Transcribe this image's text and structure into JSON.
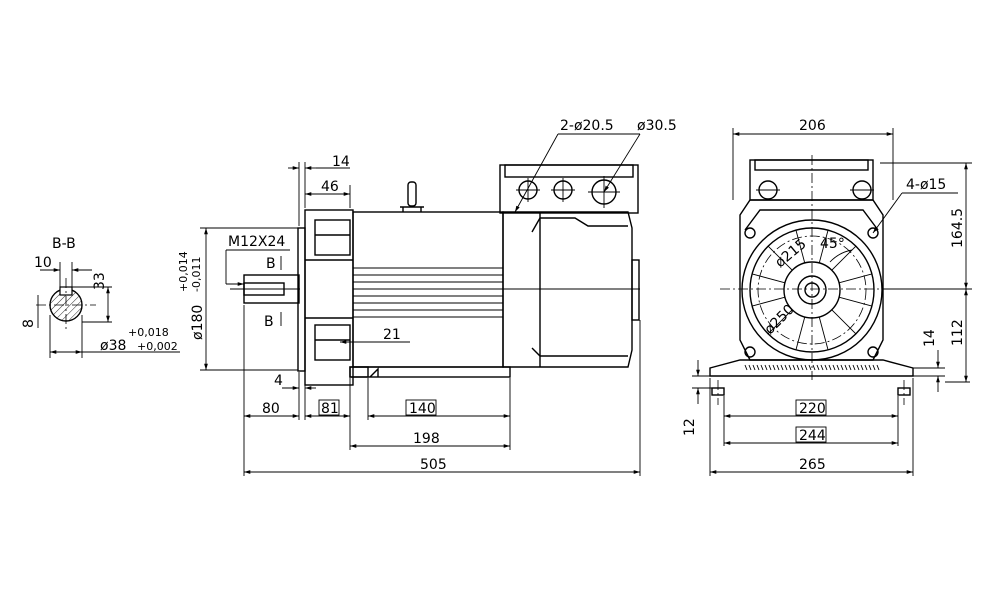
{
  "section": {
    "title": "B-B",
    "d10": "10",
    "d33": "33",
    "d8": "8",
    "tol_upper": "+0,018",
    "tol_lower": "+0,002",
    "shaft": "ø38"
  },
  "side_view": {
    "d14": "14",
    "d46": "46",
    "thread": "M12X24",
    "marker_b": "B",
    "tol_upper": "+0,014",
    "tol_lower": "-0,011",
    "flange_dia": "ø180",
    "d21": "21",
    "d4": "4",
    "d80": "80",
    "d81": "81",
    "d140": "140",
    "d198": "198",
    "d505": "505",
    "holes_small": "2-ø20.5",
    "hole_large": "ø30.5"
  },
  "front_view": {
    "d206": "206",
    "holes": "4-ø15",
    "angle": "45°",
    "d164_5": "164.5",
    "pcd_small": "ø215",
    "pcd_large": "ø250",
    "d14": "14",
    "d112": "112",
    "d12": "12",
    "d220": "220",
    "d244": "244",
    "d265": "265"
  }
}
